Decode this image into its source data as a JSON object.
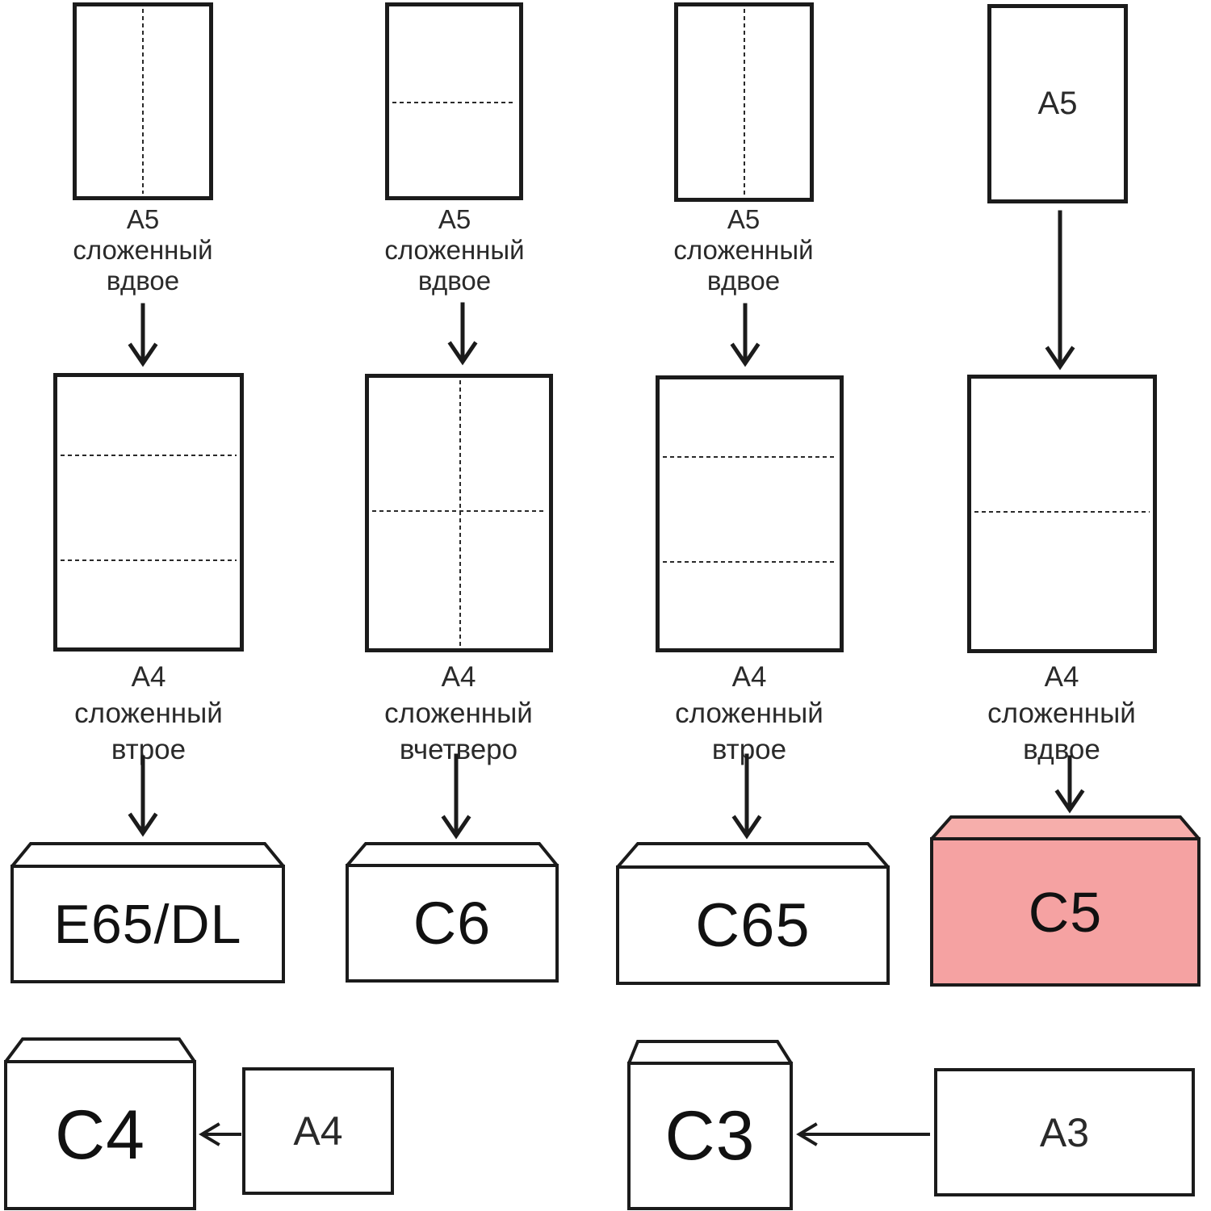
{
  "colors": {
    "background": "#ffffff",
    "ink": "#1b1b1b",
    "text": "#2a2a2a",
    "highlight_fill": "#f5a2a2",
    "highlight_flap": "#f6aeab"
  },
  "columns": [
    {
      "top_caption": [
        "А5",
        "сложенный",
        "вдвое"
      ],
      "mid_caption": [
        "А4",
        "сложенный",
        "втрое"
      ],
      "envelope": {
        "label": "E65/DL",
        "highlighted": false
      }
    },
    {
      "top_caption": [
        "А5",
        "сложенный",
        "вдвое"
      ],
      "mid_caption": [
        "А4",
        "сложенный",
        "вчетверо"
      ],
      "envelope": {
        "label": "C6",
        "highlighted": false
      }
    },
    {
      "top_caption": [
        "А5",
        "сложенный",
        "вдвое"
      ],
      "mid_caption": [
        "А4",
        "сложенный",
        "втрое"
      ],
      "envelope": {
        "label": "C65",
        "highlighted": false
      }
    },
    {
      "top_paper_label": "A5",
      "mid_caption": [
        "А4",
        "сложенный",
        "вдвое"
      ],
      "envelope": {
        "label": "C5",
        "highlighted": true
      }
    }
  ],
  "bottom_row": [
    {
      "envelope_label": "C4",
      "source_label": "A4"
    },
    {
      "envelope_label": "C3",
      "source_label": "A3"
    }
  ]
}
